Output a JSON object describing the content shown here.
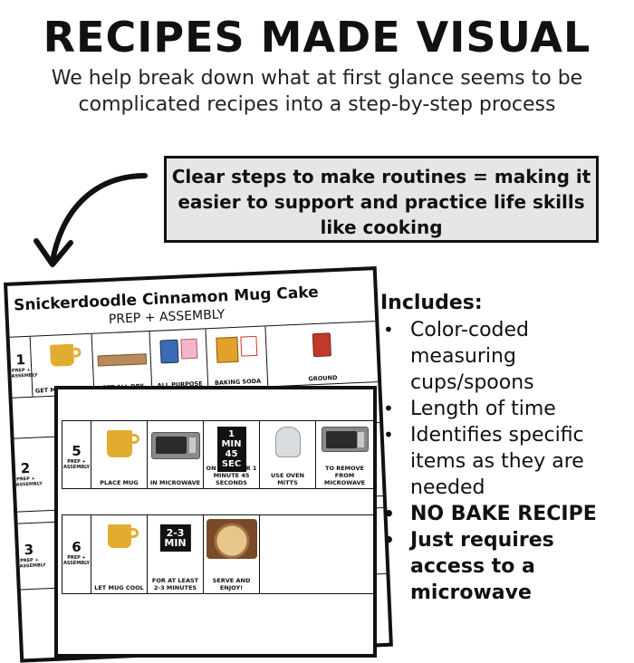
{
  "header": {
    "title": "RECIPES MADE VISUAL",
    "subtitle": "We help break down what at first glance seems to be complicated recipes into a step-by-step process"
  },
  "callout": {
    "text": "Clear steps to make routines = making it easier to support and practice life skills like cooking"
  },
  "sheet_back": {
    "title": "Snickerdoodle Cinnamon Mug Cake",
    "subtitle": "PREP + ASSEMBLY",
    "rows": [
      {
        "num": "1",
        "tag": "PREP + ASSEMBLY",
        "cells": [
          "GET MICROWAVE",
          "GET ALL DRY",
          "ALL PURPOSE",
          "BAKING SODA",
          "GROUND"
        ]
      },
      {
        "num": "2",
        "tag": "PREP + ASSEMBLY"
      },
      {
        "num": "3",
        "tag": "PREP + ASSEMBLY"
      }
    ]
  },
  "sheet_front": {
    "rows": [
      {
        "num": "5",
        "tag": "PREP + ASSEMBLY",
        "cells": [
          "PLACE MUG",
          "IN MICROWAVE",
          "ON HIGH FOR 1 MINUTE 45 SECONDS",
          "USE OVEN MITTS",
          "TO REMOVE FROM MICROWAVE"
        ],
        "timer": "1 MIN 45 SEC"
      },
      {
        "num": "6",
        "tag": "PREP + ASSEMBLY",
        "cells": [
          "LET MUG COOL",
          "FOR AT LEAST 2-3 MINUTES",
          "SERVE AND ENJOY!"
        ],
        "timer": "2-3 MIN"
      }
    ]
  },
  "includes": {
    "heading": "Includes:",
    "items": [
      "Color-coded measuring cups/spoons",
      "Length of time",
      "Identifies specific items as they are needed",
      "NO BAKE RECIPE",
      "Just requires access to a microwave"
    ]
  }
}
